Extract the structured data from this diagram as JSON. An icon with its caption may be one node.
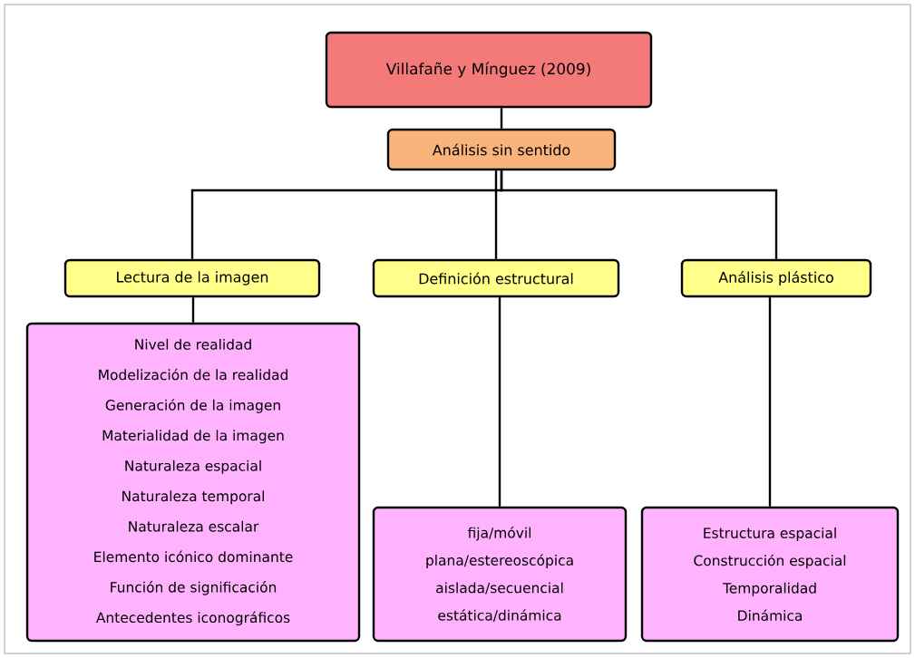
{
  "diagram": {
    "nodes": [
      {
        "text": [
          "Villafañe y Mínguez (2009)"
        ]
      },
      {
        "text": [
          "Análisis sin sentido"
        ]
      },
      {
        "text": [
          "Lectura de la imagen"
        ]
      },
      {
        "text": [
          "Definición estructural"
        ]
      },
      {
        "text": [
          "Análisis plástico"
        ]
      },
      {
        "text": [
          "Nivel de realidad",
          "Modelización de la realidad",
          "Generación de la imagen",
          "Materialidad de la imagen",
          "Naturaleza espacial",
          "Naturaleza temporal",
          "Naturaleza escalar",
          "Elemento icónico dominante",
          "Función de significación",
          "Antecedentes iconográficos"
        ]
      },
      {
        "text": [
          "fija/móvil",
          "plana/estereoscópica",
          "aislada/secuencial",
          "estática/dinámica"
        ]
      },
      {
        "text": [
          "Estructura espacial",
          "Construcción espacial",
          "Temporalidad",
          "Dinámica"
        ]
      }
    ],
    "edges": [
      {
        "from": 0,
        "to": 1,
        "arrow": "none"
      },
      {
        "from": 1,
        "to": 2,
        "arrow": "none"
      },
      {
        "from": 1,
        "to": 3,
        "arrow": "none"
      },
      {
        "from": 1,
        "to": 4,
        "arrow": "none"
      },
      {
        "from": 2,
        "to": 5,
        "arrow": "none"
      },
      {
        "from": 3,
        "to": 6,
        "arrow": "none"
      },
      {
        "from": 4,
        "to": 7,
        "arrow": "none"
      }
    ]
  }
}
